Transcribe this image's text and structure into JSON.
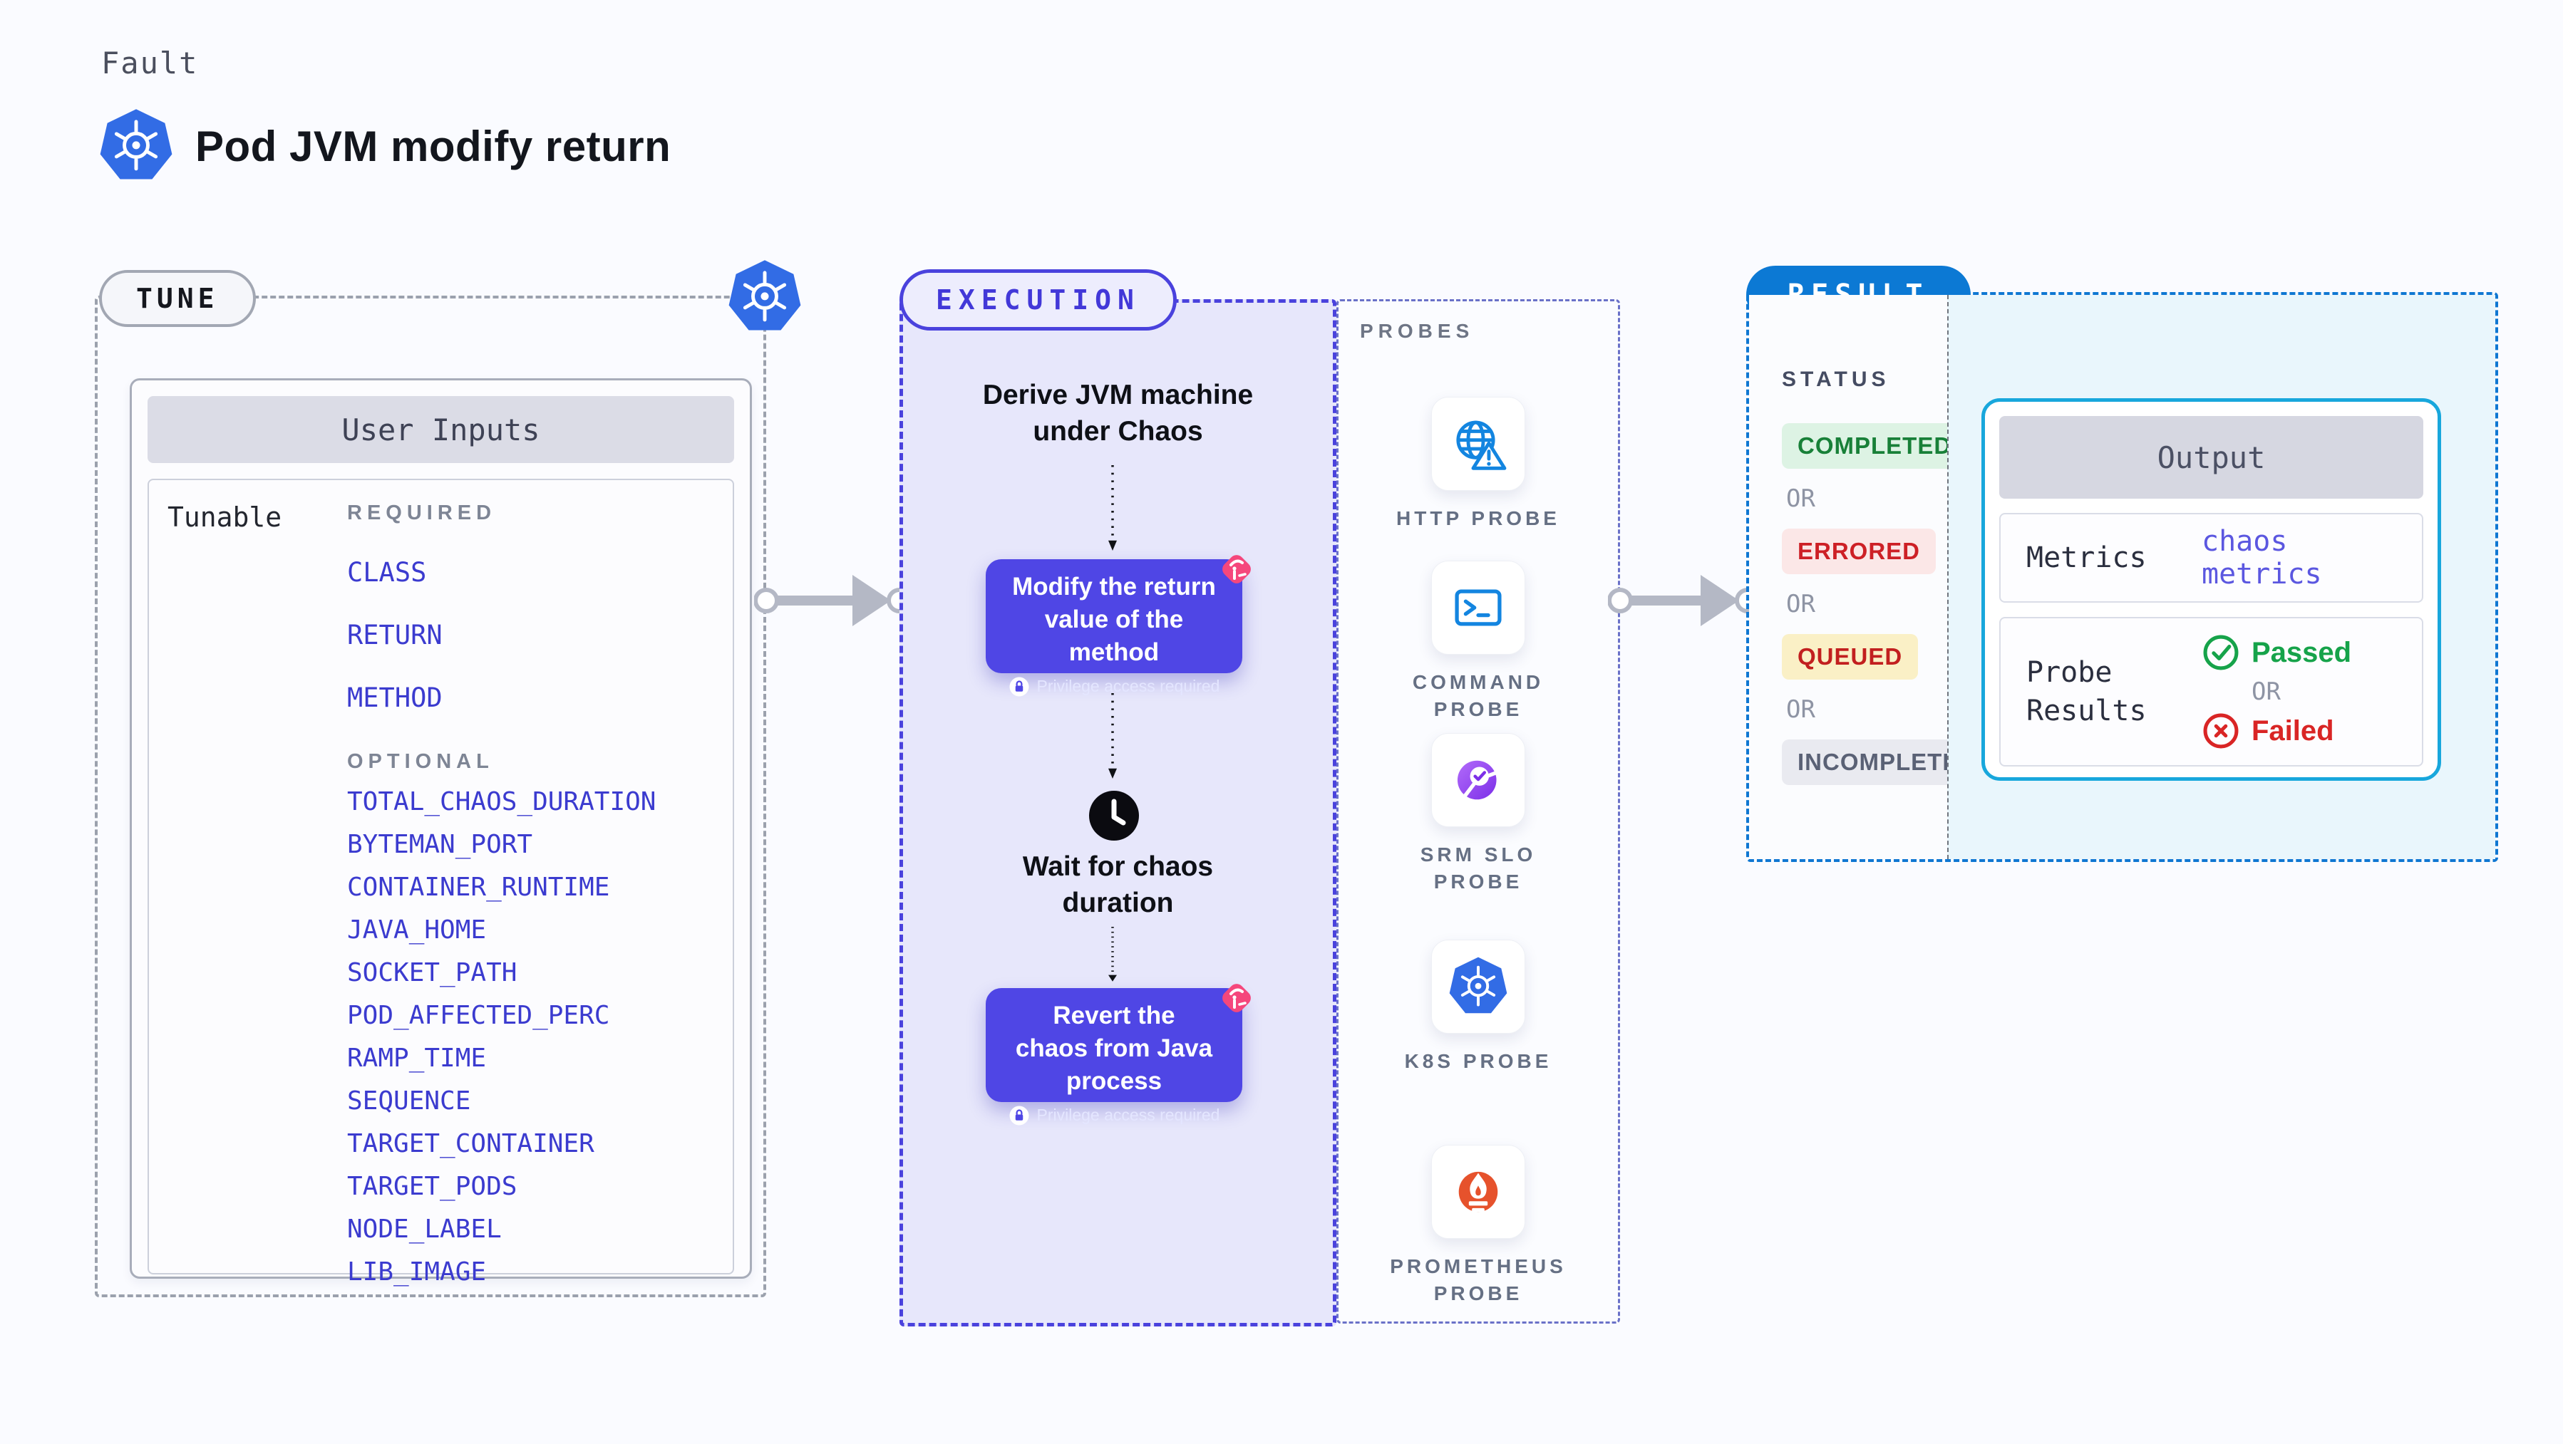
{
  "page": {
    "fault_label": "Fault",
    "title": "Pod JVM modify return"
  },
  "tune": {
    "badge": "TUNE",
    "card_title": "User Inputs",
    "tunable_label": "Tunable",
    "required_label": "REQUIRED",
    "required_items": [
      "CLASS",
      "RETURN",
      "METHOD"
    ],
    "optional_label": "OPTIONAL",
    "optional_items": [
      "TOTAL_CHAOS_DURATION",
      "BYTEMAN_PORT",
      "CONTAINER_RUNTIME",
      "JAVA_HOME",
      "SOCKET_PATH",
      "POD_AFFECTED_PERC",
      "RAMP_TIME",
      "SEQUENCE",
      "TARGET_CONTAINER",
      "TARGET_PODS",
      "NODE_LABEL",
      "LIB_IMAGE"
    ]
  },
  "execution": {
    "badge": "EXECUTION",
    "derive_step": "Derive JVM machine under Chaos",
    "modify_step": "Modify the return value of the method",
    "wait_step": "Wait for chaos duration",
    "revert_step": "Revert the chaos from Java process",
    "privilege_note": "Privilege access required"
  },
  "probes": {
    "label": "PROBES",
    "items": [
      "HTTP PROBE",
      "COMMAND PROBE",
      "SRM SLO PROBE",
      "K8S PROBE",
      "PROMETHEUS PROBE"
    ]
  },
  "result": {
    "badge": "RESULT",
    "status_label": "STATUS",
    "or_label": "OR",
    "statuses": [
      "COMPLETED",
      "ERRORED",
      "QUEUED",
      "INCOMPLETED"
    ],
    "output": {
      "title": "Output",
      "metrics_label": "Metrics",
      "metrics_value": "chaos metrics",
      "probe_results_label": "Probe Results",
      "passed_label": "Passed",
      "failed_label": "Failed"
    }
  },
  "colors": {
    "accent_indigo": "#4F46E5",
    "execution_border": "#4A42DD",
    "lavender_bg": "#E7E7FB",
    "tune_border_gray": "#9BA1AD",
    "result_blue": "#0C79D4",
    "result_bg_cyan": "#E9F6FC",
    "output_border": "#18A7DC",
    "k8s_blue": "#326CE5",
    "probe_icon_blue": "#1385E0",
    "prometheus_orange": "#E6522C",
    "srm_purple": "#7C2FE8",
    "pink_badge": "#F5477C",
    "item_indigo": "#3B3BCF",
    "completed_green": "#188038",
    "completed_bg": "#DDF3E4",
    "errored_red": "#CD2026",
    "errored_bg": "#FBE7E7",
    "queued_text": "#C21F1F",
    "queued_bg": "#FAF0C6",
    "incompleted_text": "#5A6175",
    "incompleted_bg": "#E9EAF0",
    "passed_green": "#16A34A",
    "failed_red": "#D92525"
  }
}
